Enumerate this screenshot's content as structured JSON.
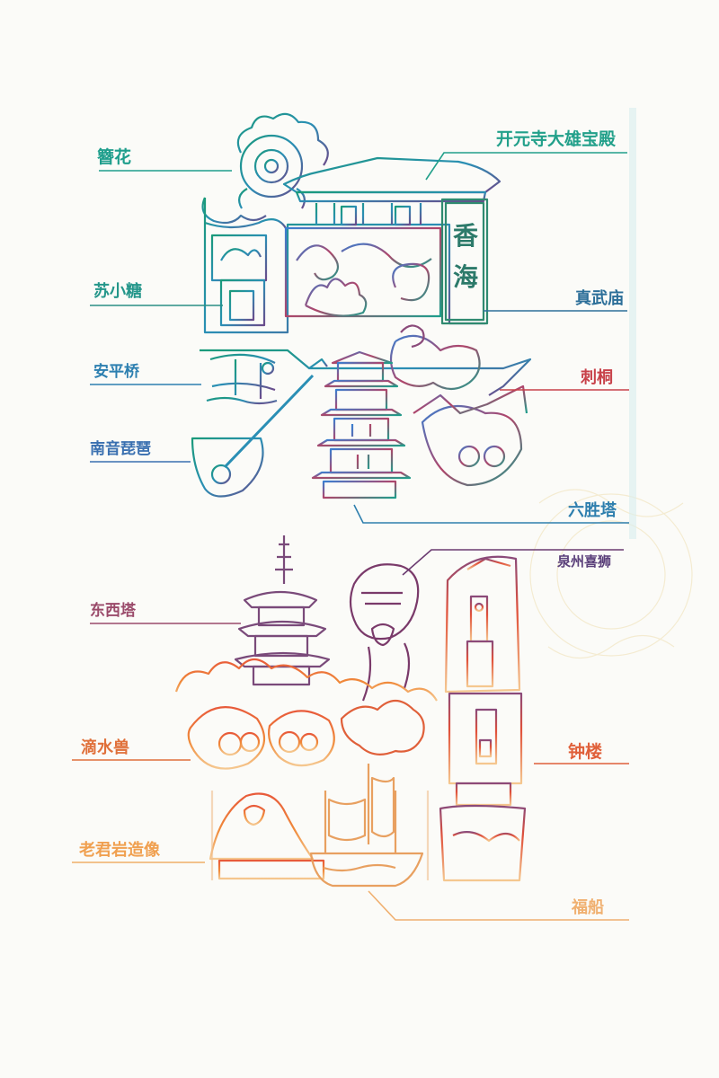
{
  "print": {
    "upper_block": {
      "sign_characters": [
        "香",
        "海"
      ],
      "labels": {
        "zanhua": "簪花",
        "kaiyuan": "开元寺大雄宝殿",
        "suxiaotang": "苏小糖",
        "zhenwu": "真武庙",
        "anping": "安平桥",
        "citong": "刺桐",
        "nanyin": "南音琵琶",
        "liusheng": "六胜塔"
      }
    },
    "lower_block": {
      "labels": {
        "quanzhou_lion": "泉州喜狮",
        "dongxi": "东西塔",
        "dishui": "滴水兽",
        "zhonglou": "钟楼",
        "laojun": "老君岩造像",
        "fuchuan": "福船"
      }
    },
    "colors": {
      "paper": "#fbfbf8",
      "teal": "#1e9e8c",
      "green": "#3aa876",
      "blue": "#2c7fb0",
      "purple": "#5a3f7a",
      "red": "#c8424a",
      "orange": "#e8803a",
      "amber": "#f0a050",
      "peach": "#f5c28a"
    }
  }
}
